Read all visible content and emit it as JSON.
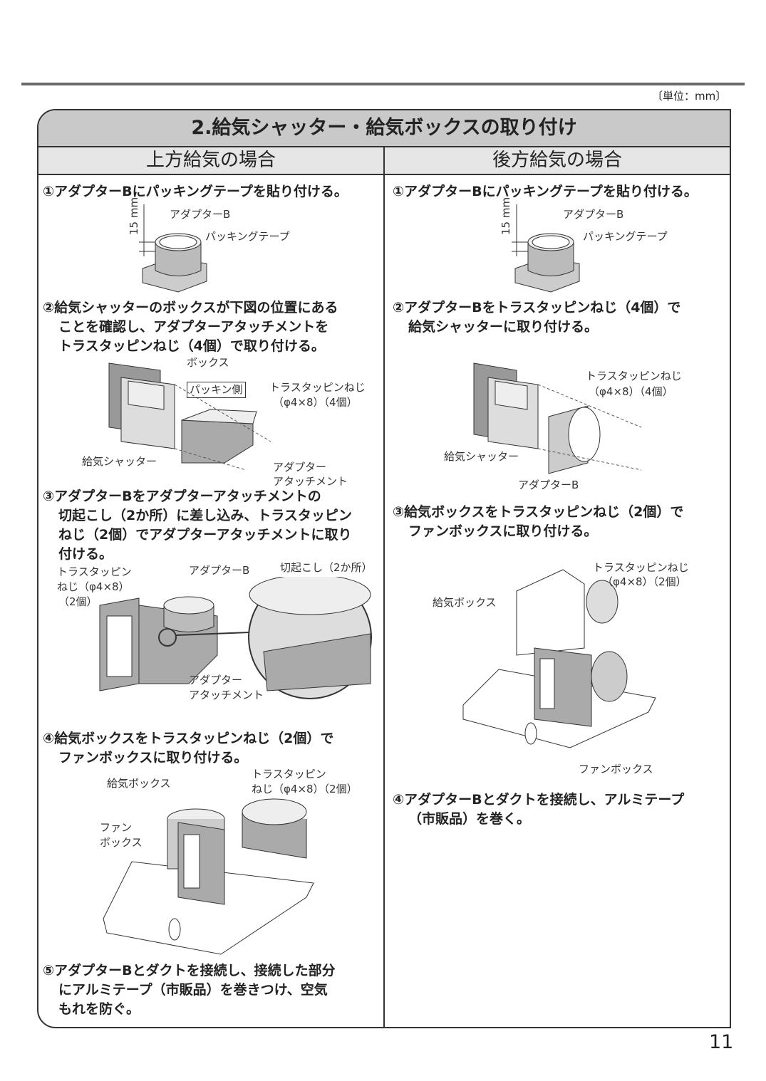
{
  "unit_label": "〔単位：mm〕",
  "page_number": "11",
  "section_title": "2.給気シャッター・給気ボックスの取り付け",
  "left": {
    "heading": "上方給気の場合",
    "steps": [
      {
        "lines": [
          "①アダプターBにパッキングテープを貼り付ける。"
        ]
      },
      {
        "lines": [
          "②給気シャッターのボックスが下図の位置にある",
          "ことを確認し、アダプターアタッチメントを",
          "トラスタッピンねじ（4個）で取り付ける。"
        ]
      },
      {
        "lines": [
          "③アダプターBをアダプターアタッチメントの",
          "切起こし（2か所）に差し込み、トラスタッピン",
          "ねじ（2個）でアダプターアタッチメントに取り",
          "付ける。"
        ]
      },
      {
        "lines": [
          "④給気ボックスをトラスタッピンねじ（2個）で",
          "ファンボックスに取り付ける。"
        ]
      },
      {
        "lines": [
          "⑤アダプターBとダクトを接続し、接続した部分",
          "にアルミテープ（市販品）を巻きつけ、空気",
          "もれを防ぐ。"
        ]
      }
    ],
    "fig1": {
      "dim": "15 mm",
      "adapter": "アダプターB",
      "tape": "パッキングテープ"
    },
    "fig2": {
      "box": "ボックス",
      "packing_side": "パッキン側",
      "screw": "トラスタッピンねじ",
      "screw_spec": "（φ4×8）（4個）",
      "shutter": "給気シャッター",
      "attach1": "アダプター",
      "attach2": "アタッチメント"
    },
    "fig3": {
      "screw1": "トラスタッピン",
      "screw2": "ねじ（φ4×8）",
      "screw3": "（2個）",
      "adapter": "アダプターB",
      "cutout": "切起こし（2か所）",
      "attach1": "アダプター",
      "attach2": "アタッチメント"
    },
    "fig4": {
      "supply_box": "給気ボックス",
      "screw1": "トラスタッピン",
      "screw2": "ねじ（φ4×8）（2個）",
      "fan1": "ファン",
      "fan2": "ボックス"
    }
  },
  "right": {
    "heading": "後方給気の場合",
    "steps": [
      {
        "lines": [
          "①アダプターBにパッキングテープを貼り付ける。"
        ]
      },
      {
        "lines": [
          "②アダプターBをトラスタッピンねじ（4個）で",
          "給気シャッターに取り付ける。"
        ]
      },
      {
        "lines": [
          "③給気ボックスをトラスタッピンねじ（2個）で",
          "ファンボックスに取り付ける。"
        ]
      },
      {
        "lines": [
          "④アダプターBとダクトを接続し、アルミテープ",
          "（市販品）を巻く。"
        ]
      }
    ],
    "fig1": {
      "dim": "15 mm",
      "adapter": "アダプターB",
      "tape": "パッキングテープ"
    },
    "fig2": {
      "screw": "トラスタッピンねじ",
      "screw_spec": "（φ4×8）（4個）",
      "shutter": "給気シャッター",
      "adapter": "アダプターB"
    },
    "fig3": {
      "screw": "トラスタッピンねじ",
      "screw_spec": "（φ4×8）（2個）",
      "supply_box": "給気ボックス",
      "fan_box": "ファンボックス"
    }
  }
}
